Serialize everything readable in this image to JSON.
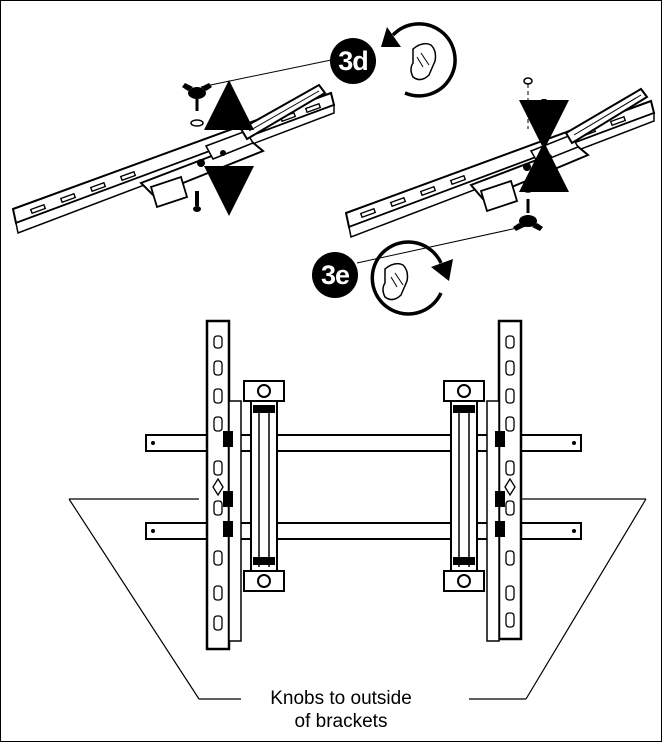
{
  "steps": {
    "step_3d": "3d",
    "step_3e": "3e"
  },
  "caption": {
    "line1": "Knobs to outside",
    "line2": "of brackets"
  },
  "icons": {
    "hand_ccw": "hand-rotate-counterclockwise-icon",
    "hand_cw": "hand-rotate-clockwise-icon"
  }
}
